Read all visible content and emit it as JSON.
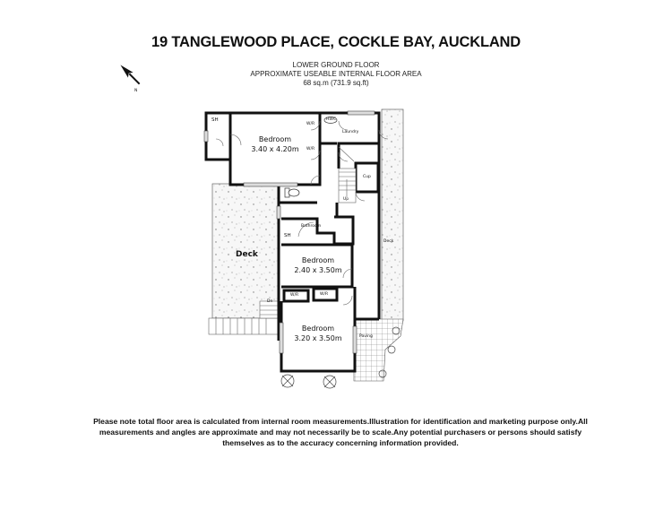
{
  "header": {
    "title": "19 TANGLEWOOD PLACE, COCKLE BAY, AUCKLAND",
    "floor": "LOWER GROUND FLOOR",
    "area_label": "APPROXIMATE USEABLE INTERNAL FLOOR AREA",
    "area_value": "68 sq.m (731.9 sq.ft)"
  },
  "compass": {
    "icon": "north-arrow-icon",
    "label": "N"
  },
  "rooms": {
    "bedroom1": {
      "name": "Bedroom",
      "size": "3.40 x 4.20m"
    },
    "bedroom2": {
      "name": "Bedroom",
      "size": "2.40 x 3.50m"
    },
    "bedroom3": {
      "name": "Bedroom",
      "size": "3.20 x 3.50m"
    },
    "sh1": "SH",
    "sh2": "SH",
    "wr1": "W/R",
    "wr2": "W/R",
    "wr3": "W/R",
    "wr4": "W/R",
    "hwc": "HWC",
    "laundry": "Laundry",
    "cupboard": "Cup",
    "stairs": "Up",
    "bathroom": "Bathroom",
    "deck_left": "Deck",
    "deck_right": "Deck",
    "paving": "Paving",
    "down": "Dn"
  },
  "colors": {
    "wall": "#111111",
    "deck_fill": "#f4f4f4",
    "paving_grid": "#555555"
  },
  "disclaimer": "Please note total floor area is calculated from internal room measurements.Illustration for identification and marketing purpose only.All measurements and angles are approximate and may not necessarily be to scale.Any potential purchasers or persons should satisfy themselves as to the accuracy concerning information provided."
}
